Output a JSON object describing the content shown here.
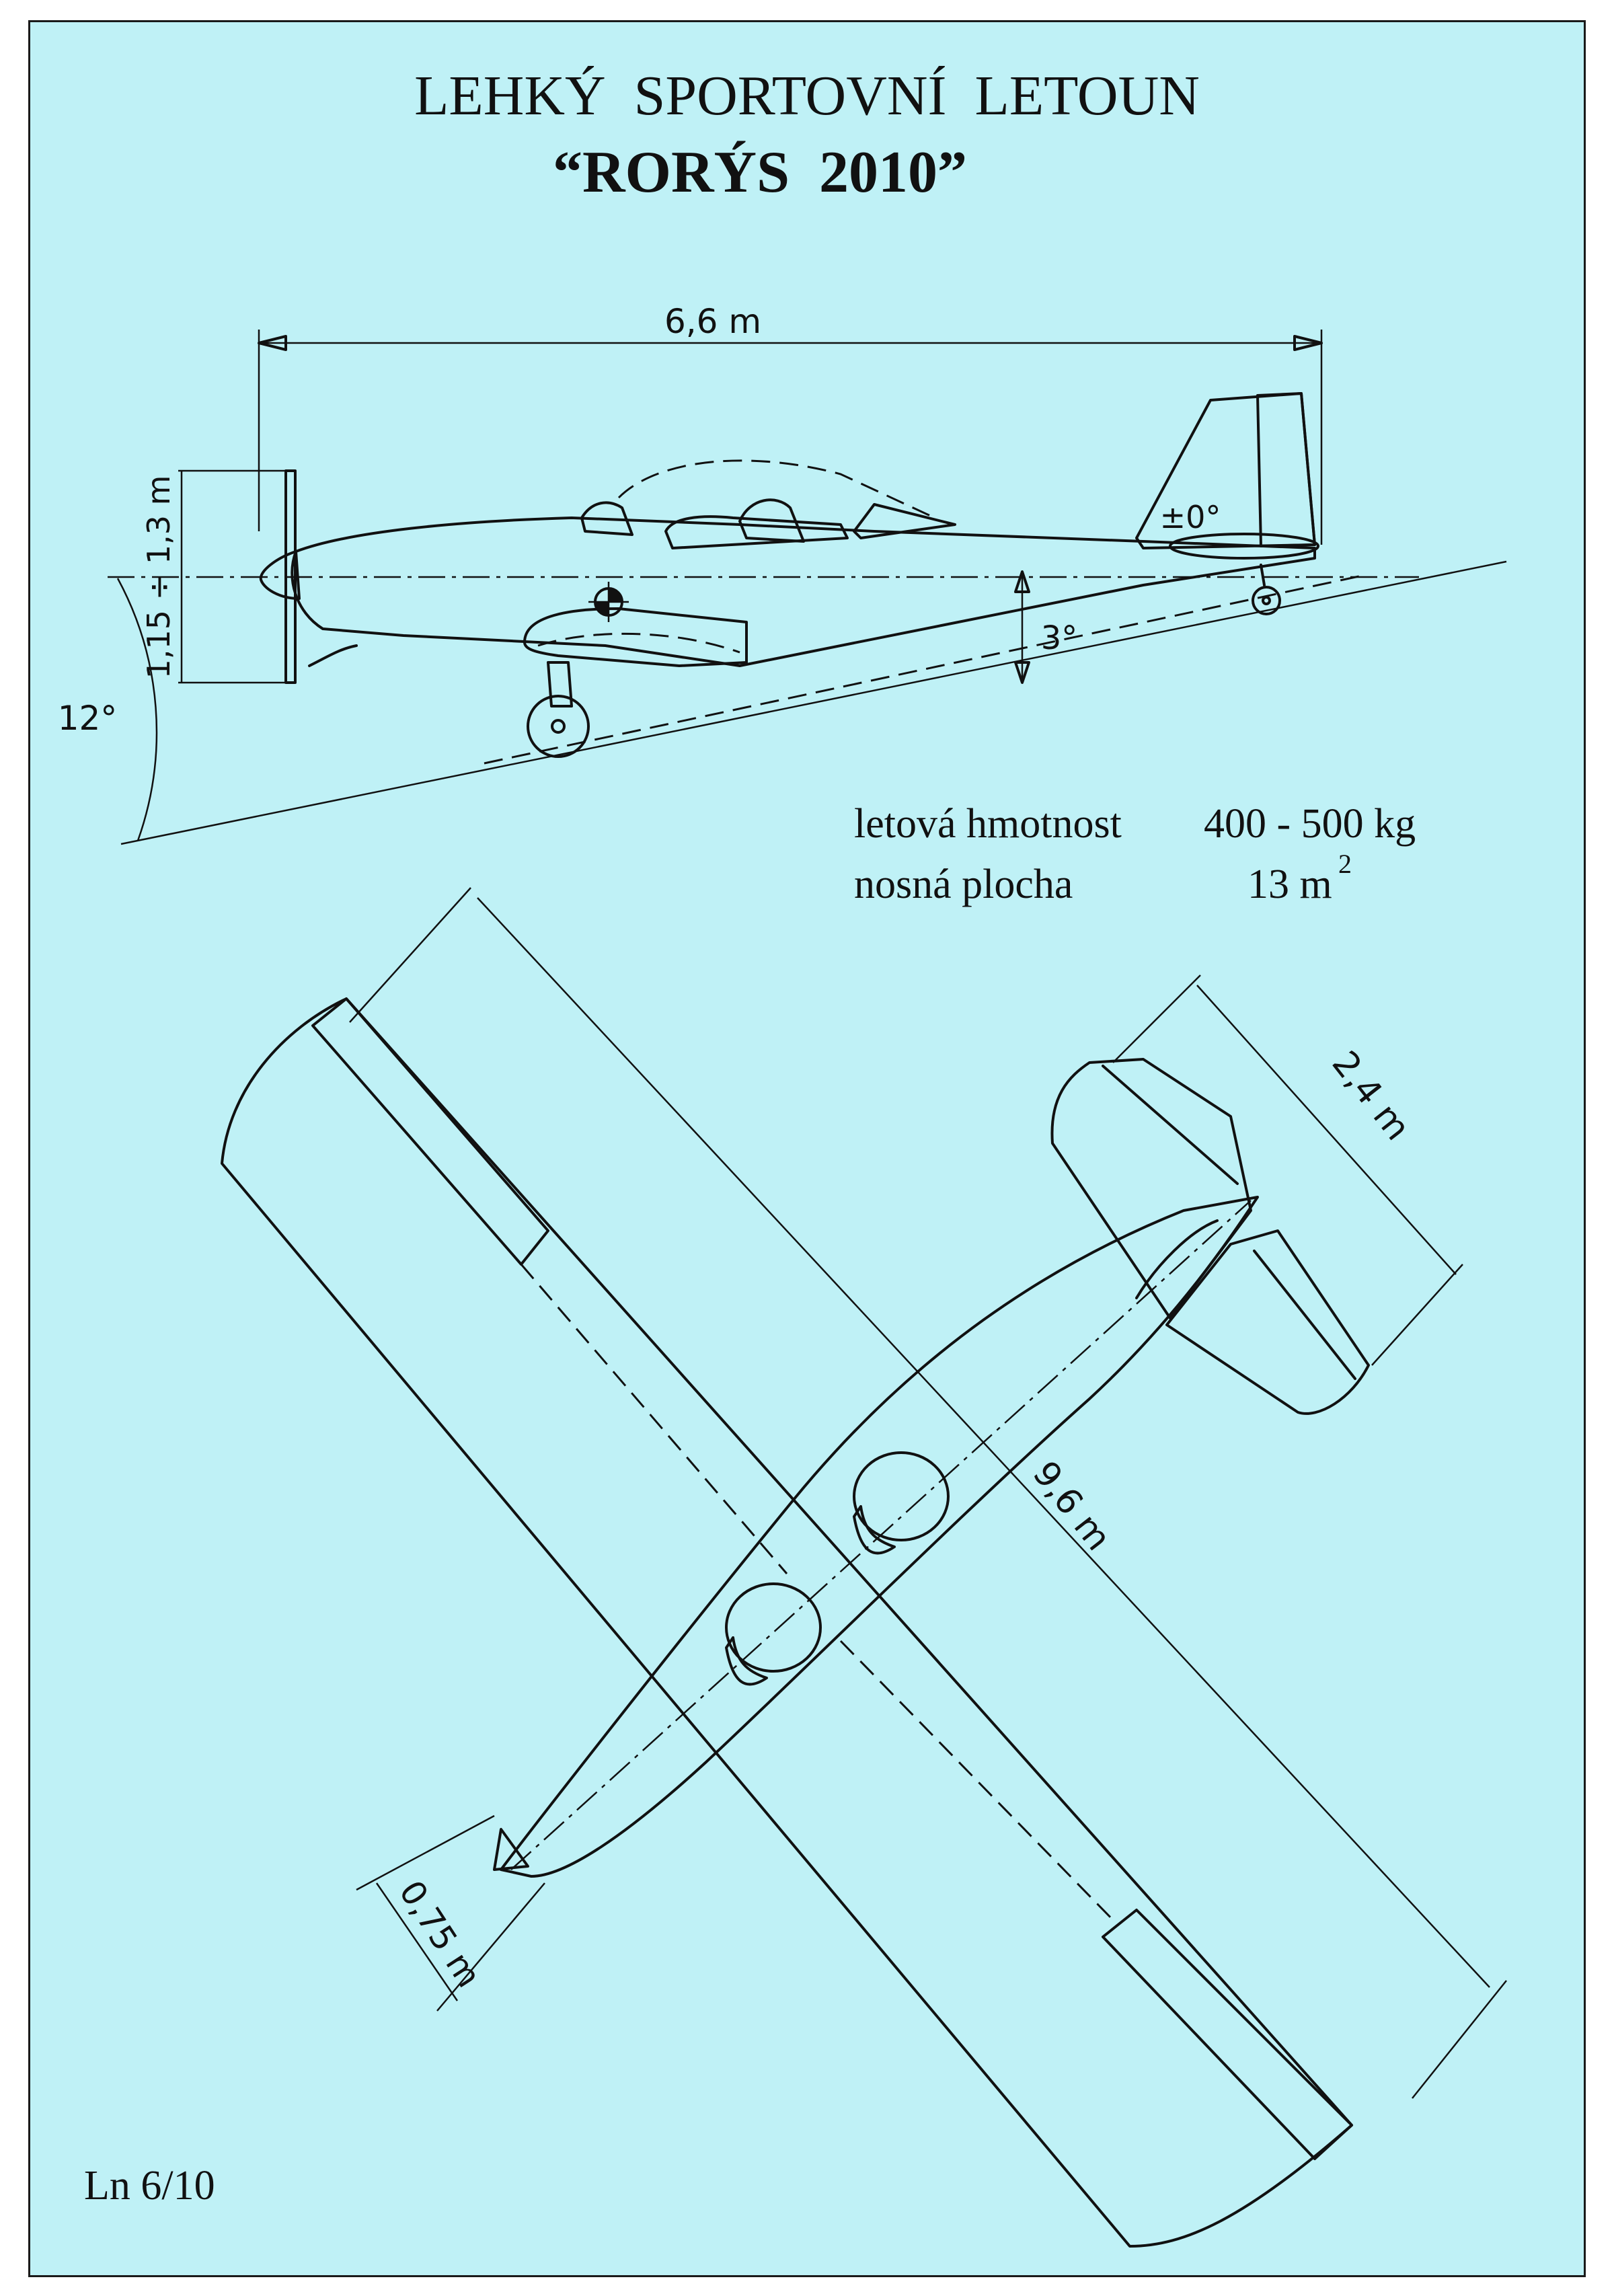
{
  "title": {
    "line1": "LEHKÝ  SPORTOVNÍ  LETOUN",
    "line2": "“RORÝS  2010”"
  },
  "side_view": {
    "length_label": "6,6 m",
    "height_label": "1,15 ÷ 1,3 m",
    "ground_angle_label": "12°",
    "incidence_label": "3°",
    "tail_incidence_label": "±0°"
  },
  "specs": {
    "mass_label": "letová hmotnost",
    "mass_value": "400 - 500 kg",
    "area_label": "nosná plocha",
    "area_value": "13 m",
    "area_sup": "2"
  },
  "top_view": {
    "span_label": "9,6 m",
    "tail_span_label": "2,4 m",
    "fuselage_width_label": "0,75 m"
  },
  "footer": {
    "code": "Ln 6/10"
  },
  "colors": {
    "background": "#bff1f6",
    "fuselage": "#f6e2ad",
    "wing": "#f4f79f",
    "control_surface": "#c9f6c6",
    "canopy": "#d9c9a9",
    "wheel": "#7fb3ea",
    "spinner": "#8cb8ea",
    "tail_rudder": "#f2cf9a"
  }
}
